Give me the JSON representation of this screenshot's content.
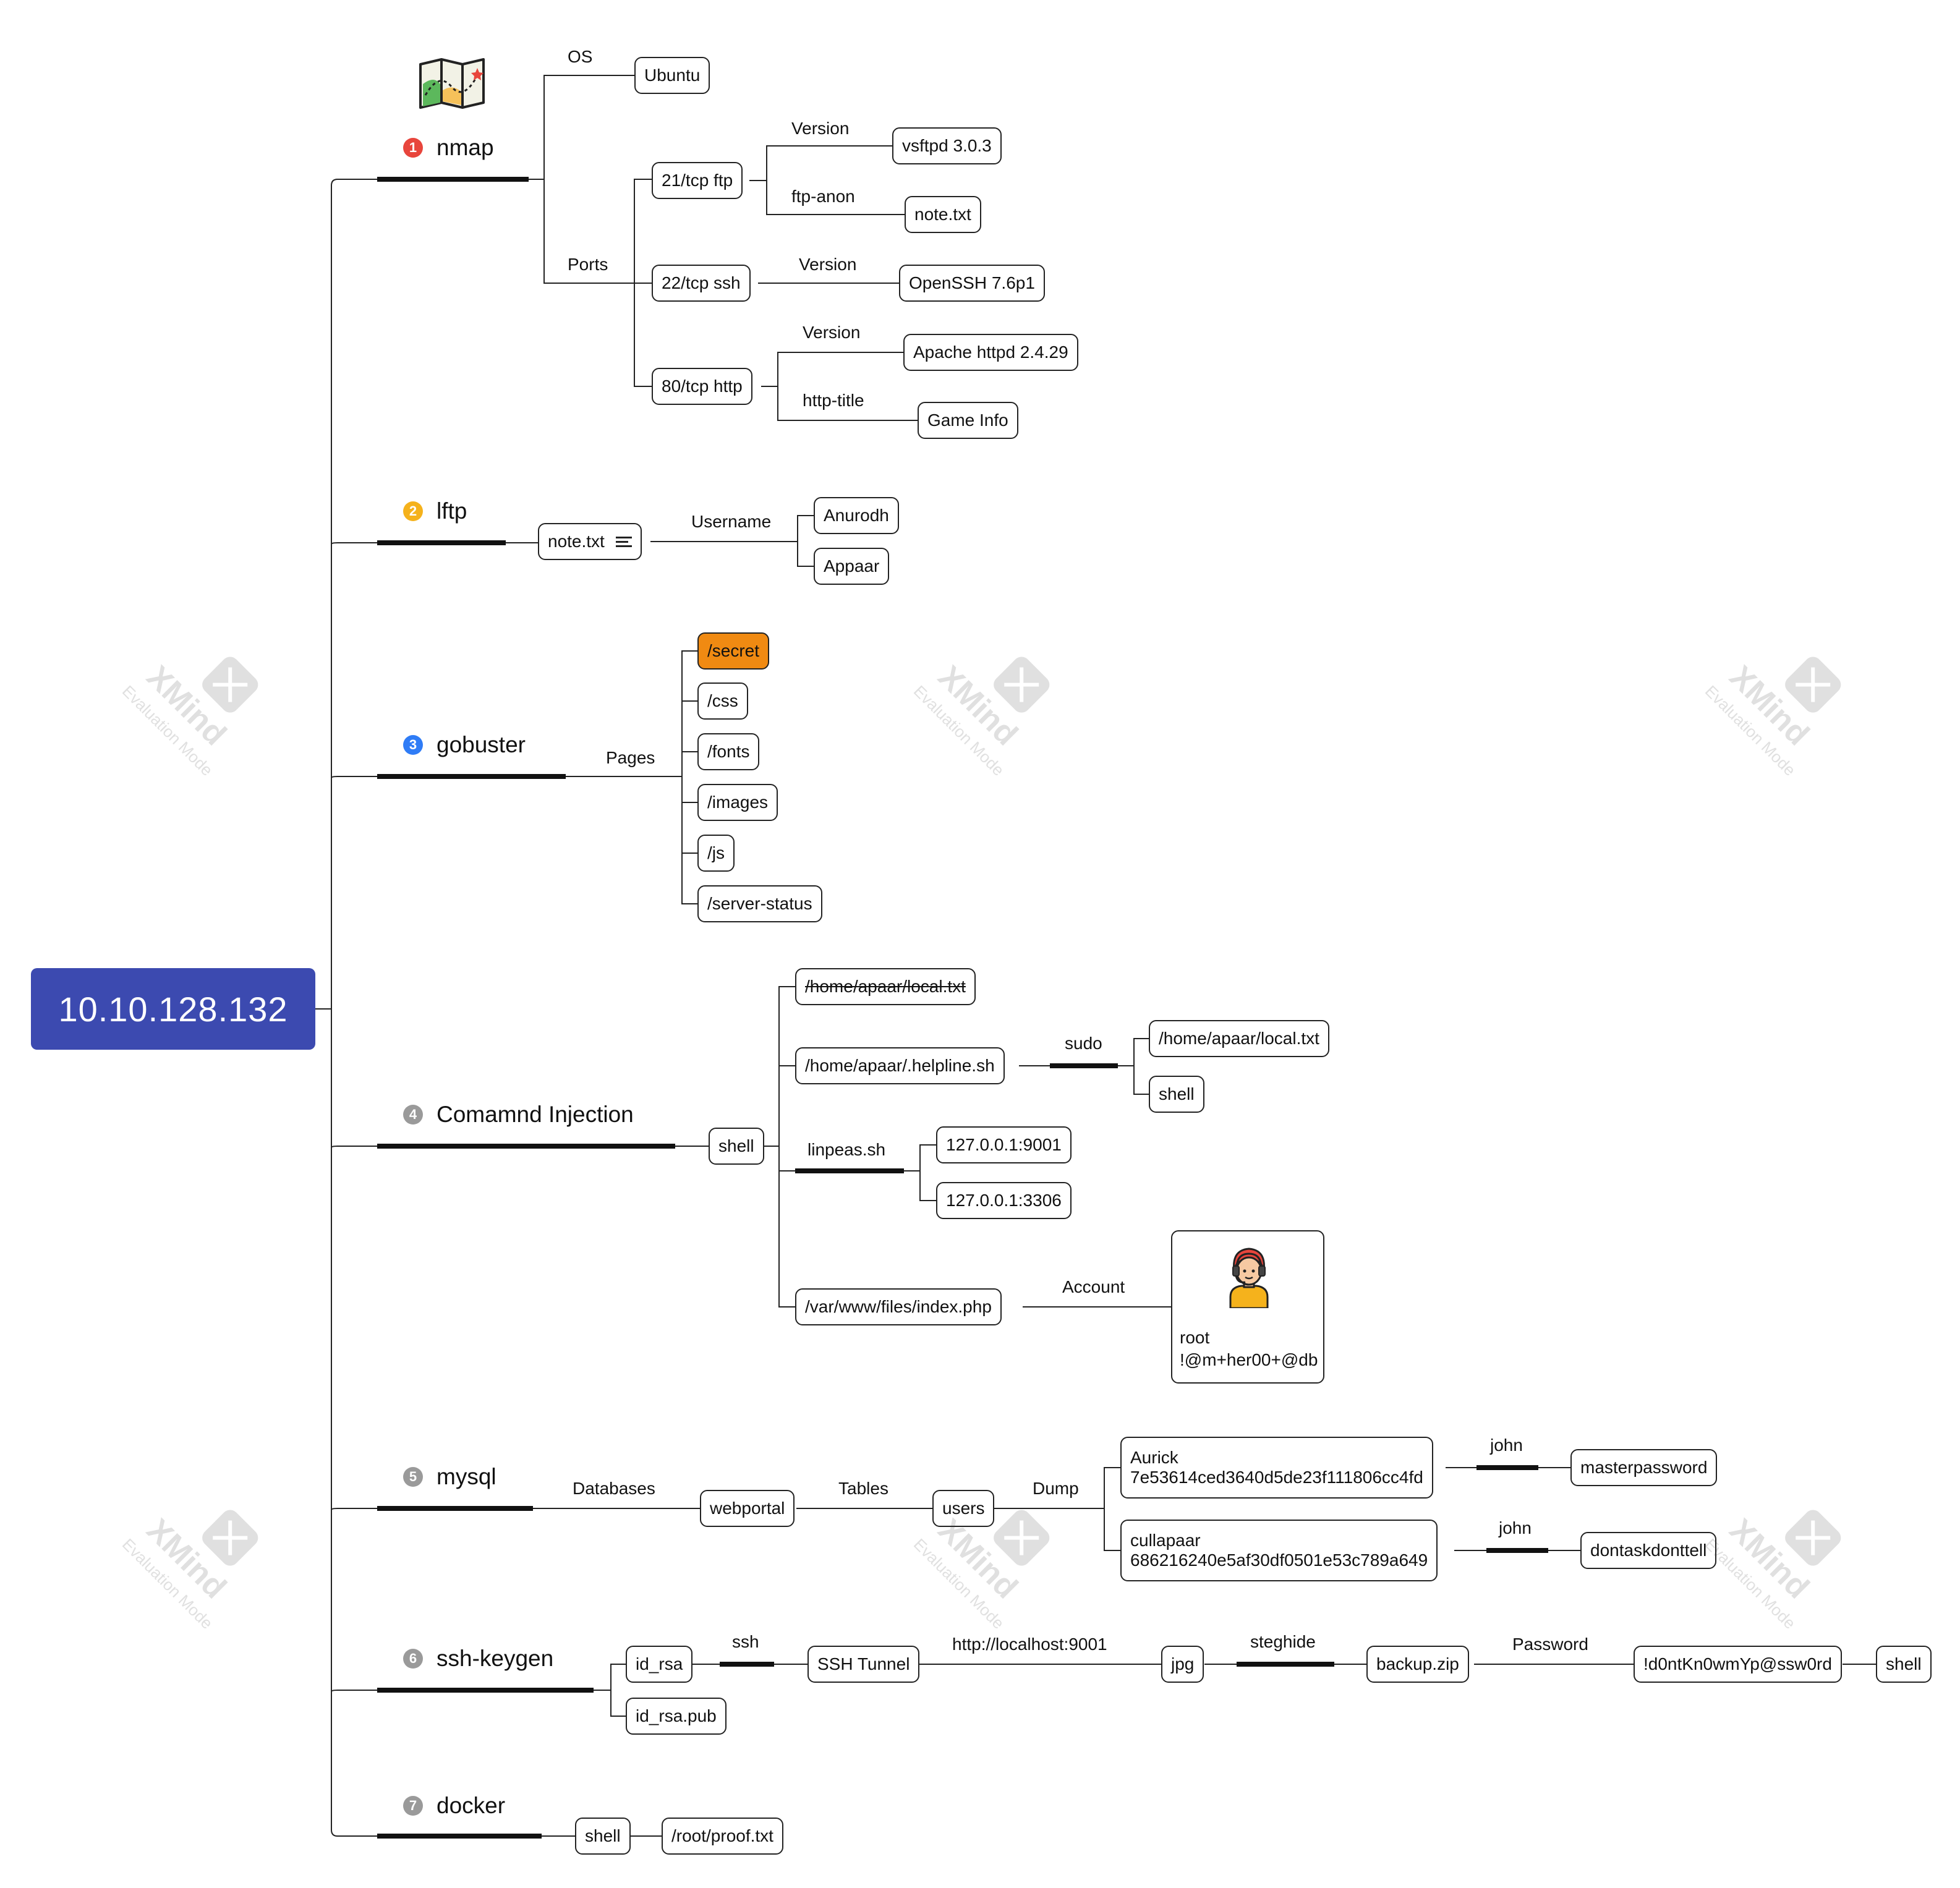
{
  "root": {
    "label": "10.10.128.132"
  },
  "branches": [
    {
      "num": "1",
      "label": "nmap",
      "badge_color": "#e8453c"
    },
    {
      "num": "2",
      "label": "lftp",
      "badge_color": "#f5b21c"
    },
    {
      "num": "3",
      "label": "gobuster",
      "badge_color": "#2f7cf6"
    },
    {
      "num": "4",
      "label": "Comamnd Injection",
      "badge_color": "#9a9a9a"
    },
    {
      "num": "5",
      "label": "mysql",
      "badge_color": "#9a9a9a"
    },
    {
      "num": "6",
      "label": "ssh-keygen",
      "badge_color": "#9a9a9a"
    },
    {
      "num": "7",
      "label": "docker",
      "badge_color": "#9a9a9a"
    }
  ],
  "nmap": {
    "os_label": "OS",
    "os": "Ubuntu",
    "ports_label": "Ports",
    "ftp": "21/tcp ftp",
    "ftp_version_label": "Version",
    "ftp_version": "vsftpd 3.0.3",
    "ftp_anon_label": "ftp-anon",
    "ftp_anon": "note.txt",
    "ssh": "22/tcp ssh",
    "ssh_version_label": "Version",
    "ssh_version": "OpenSSH 7.6p1",
    "http": "80/tcp http",
    "http_version_label": "Version",
    "http_version": "Apache httpd 2.4.29",
    "http_title_label": "http-title",
    "http_title": "Game Info"
  },
  "lftp": {
    "note": "note.txt",
    "username_label": "Username",
    "users": [
      "Anurodh",
      "Appaar"
    ]
  },
  "gobuster": {
    "pages_label": "Pages",
    "pages": [
      "/secret",
      "/css",
      "/fonts",
      "/images",
      "/js",
      "/server-status"
    ],
    "highlighted_color": "#f08a12"
  },
  "injection": {
    "shell": "shell",
    "local_txt": "/home/apaar/local.txt",
    "helpline": "/home/apaar/.helpline.sh",
    "sudo_label": "sudo",
    "sudo_items": [
      "/home/apaar/local.txt",
      "shell"
    ],
    "linpeas_label": "linpeas.sh",
    "linpeas_items": [
      "127.0.0.1:9001",
      "127.0.0.1:3306"
    ],
    "index_php": "/var/www/files/index.php",
    "account_label": "Account",
    "account_user": "root",
    "account_pass": "!@m+her00+@db",
    "account_icon": "support-agent-icon"
  },
  "mysql": {
    "databases_label": "Databases",
    "database": "webportal",
    "tables_label": "Tables",
    "table": "users",
    "dump_label": "Dump",
    "rows": [
      {
        "name": "Aurick",
        "hash": "7e53614ced3640d5de23f111806cc4fd",
        "tool": "john",
        "password": "masterpassword"
      },
      {
        "name": "cullapaar",
        "hash": "686216240e5af30df0501e53c789a649",
        "tool": "john",
        "password": "dontaskdonttell"
      }
    ]
  },
  "sshkeygen": {
    "id_rsa": "id_rsa",
    "id_rsa_pub": "id_rsa.pub",
    "ssh_label": "ssh",
    "tunnel": "SSH Tunnel",
    "url_label": "http://localhost:9001",
    "jpg": "jpg",
    "steghide_label": "steghide",
    "backup": "backup.zip",
    "password_label": "Password",
    "password": "!d0ntKn0wmYp@ssw0rd",
    "shell": "shell"
  },
  "docker": {
    "shell": "shell",
    "proof": "/root/proof.txt"
  },
  "watermark": {
    "title": "XMind",
    "subtitle": "Evaluation Mode"
  },
  "icons": {
    "nmap": "map-icon"
  }
}
